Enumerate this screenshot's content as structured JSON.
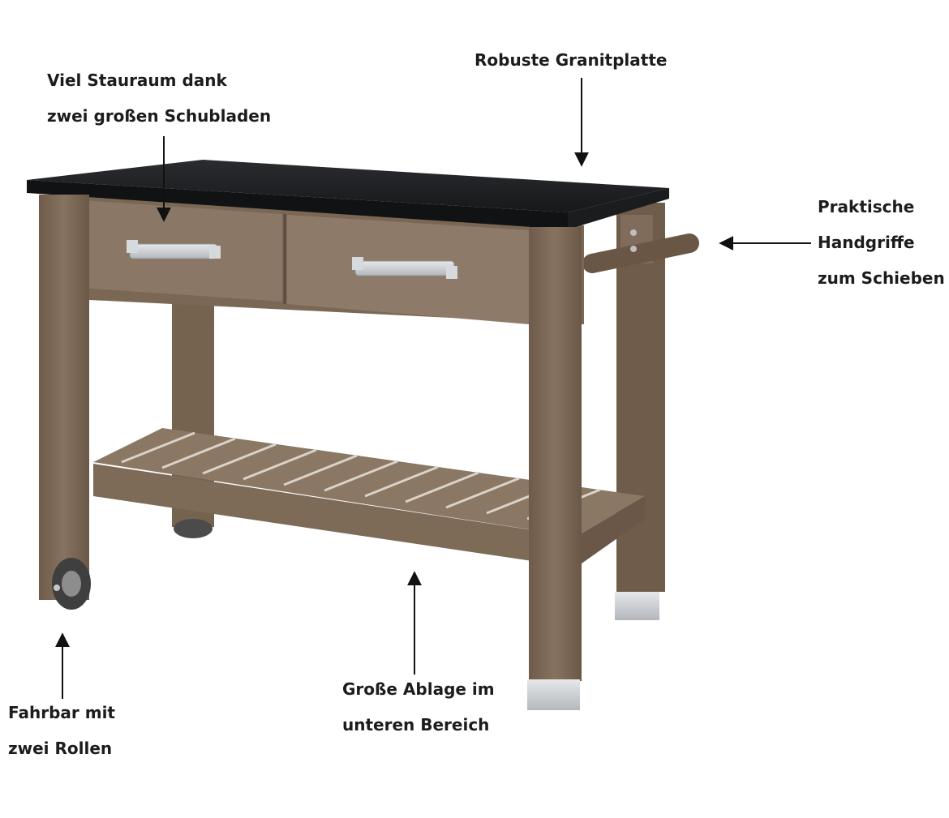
{
  "labels": {
    "storage": {
      "line1": "Viel Stauraum dank",
      "line2": "zwei großen Schubladen"
    },
    "top": {
      "line1": "Robuste Granitplatte"
    },
    "handle": {
      "line1": "Praktische",
      "line2": "Handgriffe",
      "line3": "zum Schieben"
    },
    "wheels": {
      "line1": "Fahrbar mit",
      "line2": "zwei Rollen"
    },
    "shelf": {
      "line1": "Große Ablage im",
      "line2": "unteren Bereich"
    }
  },
  "colors": {
    "wood": "#7a6655",
    "wood_dark": "#5e4c3e",
    "wood_light": "#94826f",
    "granite": "#1f2124",
    "metal": "#c9ccd0",
    "arrow": "#111111"
  }
}
